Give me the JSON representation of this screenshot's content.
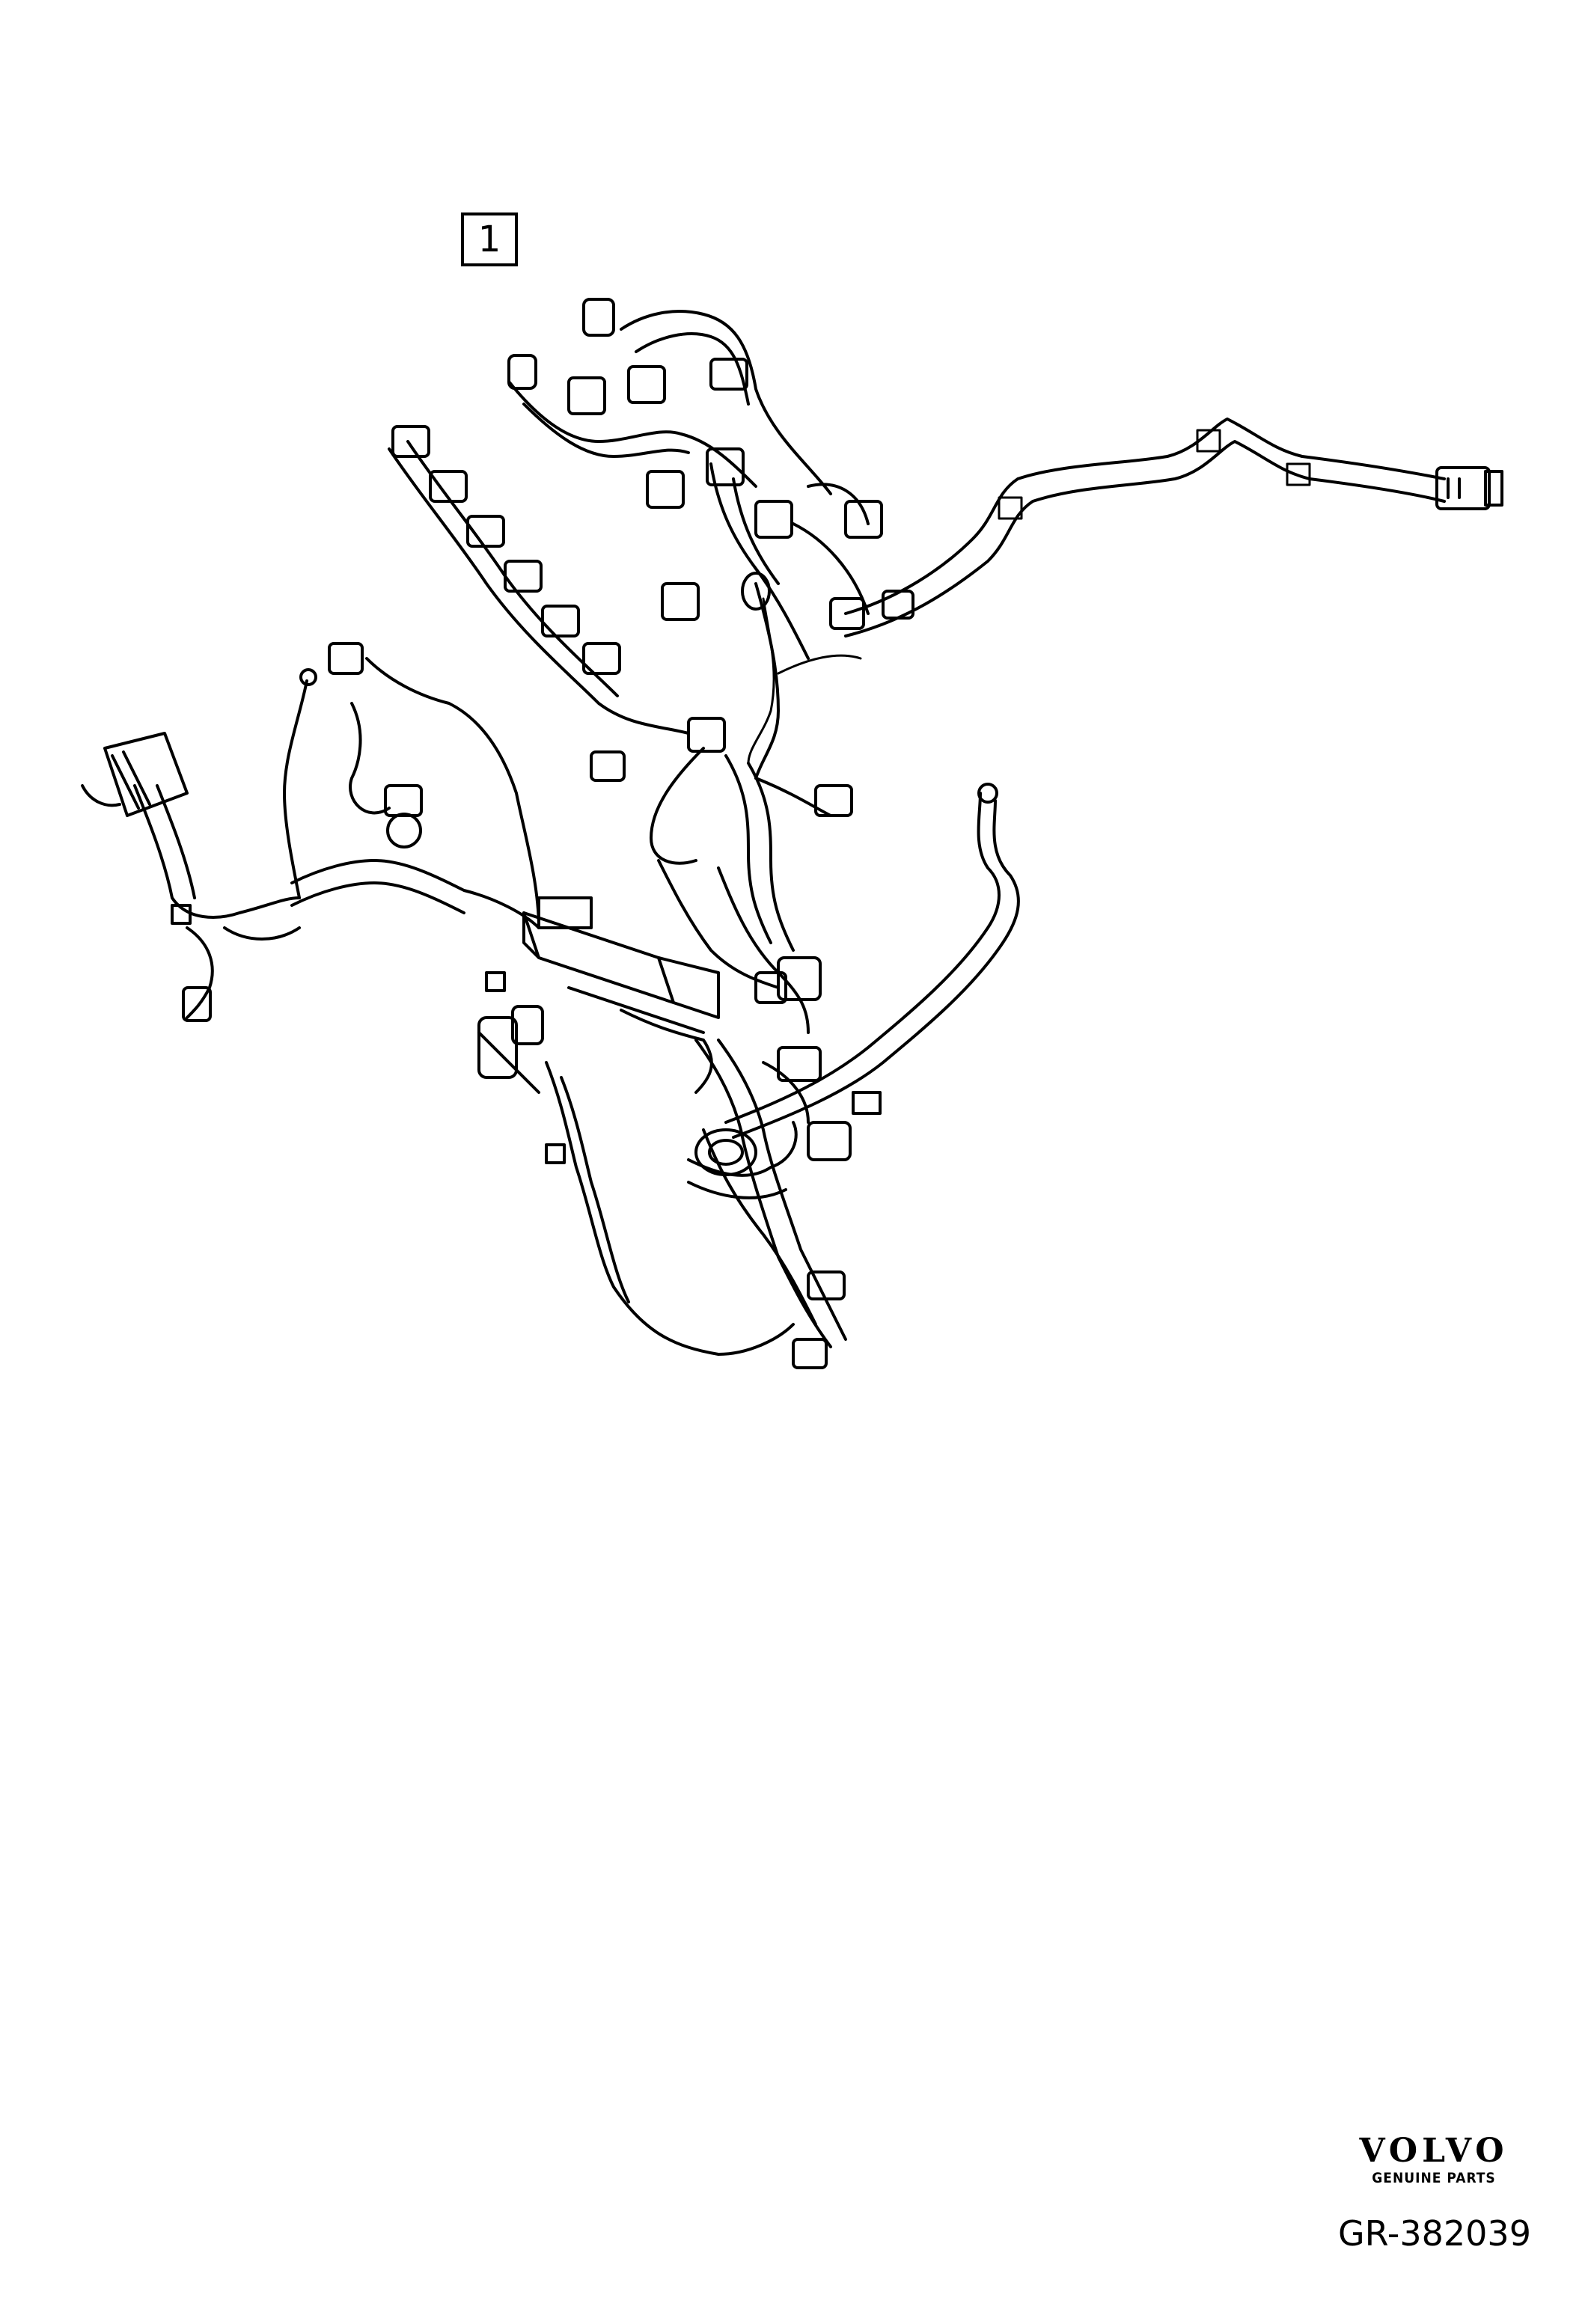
{
  "callout": {
    "label": "1"
  },
  "brand": {
    "name": "VOLVO",
    "tagline": "GENUINE PARTS"
  },
  "reference_code": "GR-382039",
  "colors": {
    "line": "#000000",
    "background": "#ffffff"
  }
}
